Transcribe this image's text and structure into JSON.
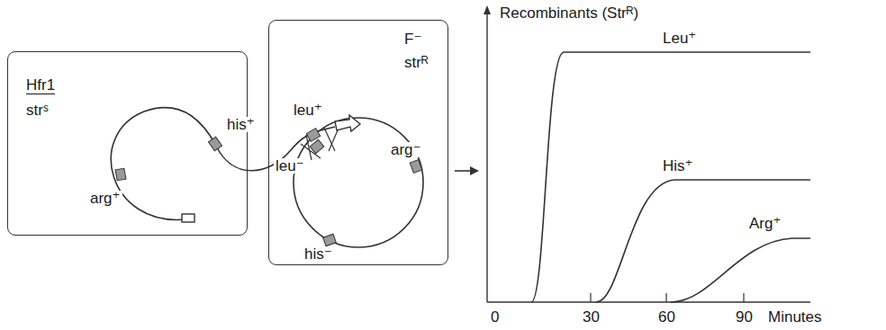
{
  "diagram": {
    "nodes": [
      {
        "text": [
          "Hfr1",
          "strˢ"
        ]
      },
      {
        "text": [
          "F⁻",
          "strᴿ"
        ]
      }
    ],
    "labels": [
      "his⁺",
      "arg⁺",
      "leu⁺",
      "leu⁻",
      "arg⁻",
      "his⁻",
      "Recombinants (Strᴿ)",
      "Leu⁺",
      "His⁺",
      "Arg⁺",
      "0",
      "30",
      "60",
      "90",
      "Minutes"
    ]
  }
}
